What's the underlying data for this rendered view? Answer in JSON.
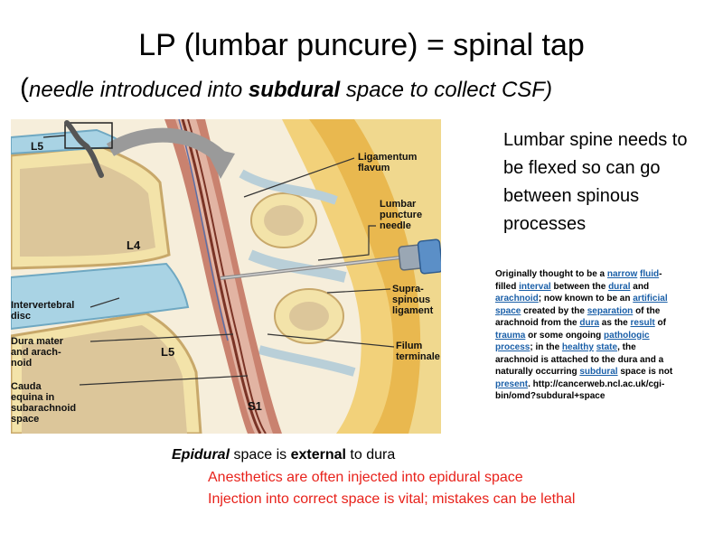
{
  "title": "LP (lumbar puncure) = spinal tap",
  "subtitle": {
    "open_paren": "(",
    "part1": "needle introduced into ",
    "bold": "subdural",
    "part2": " space to collect CSF)"
  },
  "figure": {
    "vertebra_l5_inset": "L5",
    "vertebra_l4": "L4",
    "vertebra_l5": "L5",
    "vertebra_s1": "S1",
    "labels": {
      "ligamentum_flavum": "Ligamentum\nflavum",
      "lumbar_puncture_needle": "Lumbar\npuncture\nneedle",
      "supraspinous_ligament": "Supra-\nspinous\nligament",
      "filum_terminale": "Filum\nterminale",
      "intervertebral_disc": "Intervertebral\ndisc",
      "dura_mater": "Dura mater\nand arach-\nnoid",
      "cauda_equina": "Cauda\nequina in\nsubarachnoid\nspace"
    }
  },
  "note": "Lumbar spine needs to be flexed so can go between spinous processes",
  "quote": {
    "t1": "Originally thought to be a ",
    "l1": "narrow",
    "t2": " ",
    "l2": "fluid",
    "t3": "-filled ",
    "l3": "interval",
    "t4": " between the ",
    "l4": "dural",
    "t5": " and ",
    "l5": "arachnoid",
    "t6": "; now known to be an ",
    "l6": "artificial",
    "t7": " ",
    "l7": "space",
    "t8": " created by the ",
    "l8": "separation",
    "t9": " of the arachnoid from the ",
    "l9": "dura",
    "t10": " as the ",
    "l10": "result",
    "t11": " of ",
    "l11": "trauma",
    "t12": " or some ongoing ",
    "l12": "pathologic",
    "t13": " ",
    "l13": "process",
    "t14": "; in the ",
    "l14": "healthy",
    "t15": " ",
    "l15": "state",
    "t16": ", the arachnoid is attached to the dura and a naturally occurring ",
    "l16": "subdural",
    "t17": " space is not ",
    "l17": "present",
    "t18": ". http://cancerweb.ncl.ac.uk/cgi-bin/omd?subdural+space"
  },
  "epidural": {
    "italic_bold": "Epidural",
    "mid": " space is ",
    "bold": "external",
    "end": " to dura"
  },
  "red_lines": [
    "Anesthetics are often injected into epidural space",
    "Injection into correct space is vital; mistakes can be lethal"
  ],
  "colors": {
    "bone": "#f3e3a9",
    "vertebral_body": "#dcc69a",
    "disc": "#a9d3e4",
    "dura": "#c9826f",
    "cauda": "#7a3325",
    "accent_red": "#e8221b",
    "link": "#1a5fa8"
  }
}
